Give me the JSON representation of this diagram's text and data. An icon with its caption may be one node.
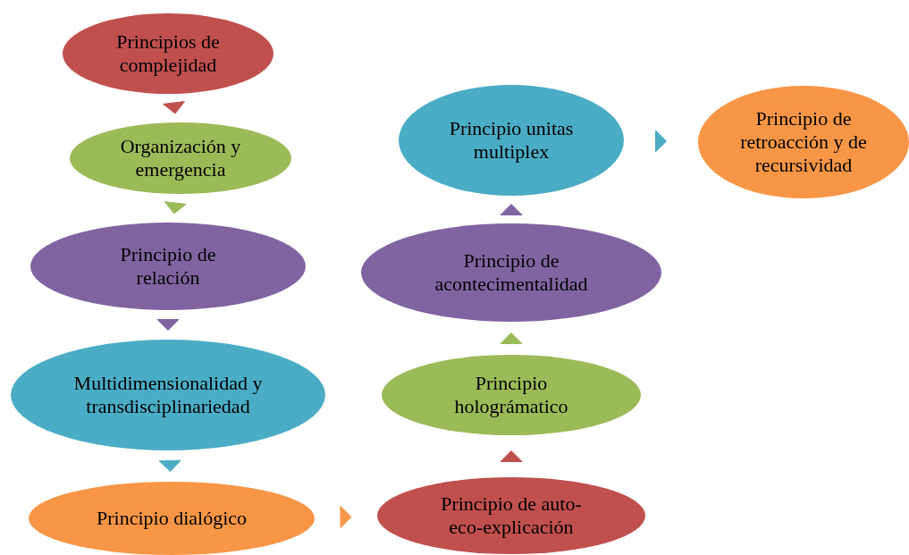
{
  "diagram": {
    "nodes": [
      {
        "text": [
          "Principios de complejidad"
        ]
      },
      {
        "text": [
          "Organización y emergencia"
        ]
      },
      {
        "text": [
          "Principio de relación"
        ]
      },
      {
        "text": [
          "Multidimensionalidad y transdisciplinariedad"
        ]
      },
      {
        "text": [
          "Principio dialógico"
        ]
      },
      {
        "text": [
          "Principio de auto-eco-explicación"
        ]
      },
      {
        "text": [
          "Principio holográmatico"
        ]
      },
      {
        "text": [
          "Principio de acontecimentalidad"
        ]
      },
      {
        "text": [
          "Principio unitas multiplex"
        ]
      },
      {
        "text": [
          "Principio de retroacción y de recursividad"
        ]
      }
    ],
    "edges": [
      {
        "from": 0,
        "to": 1,
        "arrow": "to",
        "color": "#c0504d"
      },
      {
        "from": 1,
        "to": 2,
        "arrow": "to",
        "color": "#9bbb59"
      },
      {
        "from": 2,
        "to": 3,
        "arrow": "to",
        "color": "#8064a2"
      },
      {
        "from": 3,
        "to": 4,
        "arrow": "to",
        "color": "#4bacc6"
      },
      {
        "from": 4,
        "to": 5,
        "arrow": "to",
        "color": "#f79646"
      },
      {
        "from": 5,
        "to": 6,
        "arrow": "to",
        "color": "#c0504d"
      },
      {
        "from": 6,
        "to": 7,
        "arrow": "to",
        "color": "#9bbb59"
      },
      {
        "from": 7,
        "to": 8,
        "arrow": "to",
        "color": "#8064a2"
      },
      {
        "from": 8,
        "to": 9,
        "arrow": "to",
        "color": "#4bacc6"
      }
    ]
  }
}
